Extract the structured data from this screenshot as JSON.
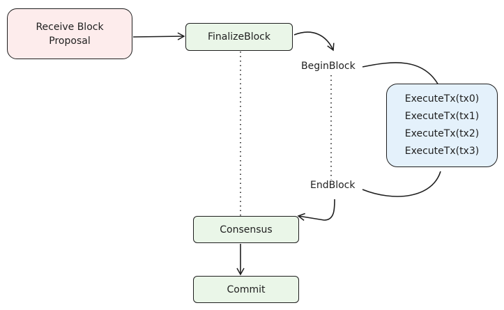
{
  "nodes": {
    "receive": {
      "line1": "Receive Block",
      "line2": "Proposal"
    },
    "finalize": "FinalizeBlock",
    "begin": "BeginBlock",
    "execute": [
      "ExecuteTx(tx0)",
      "ExecuteTx(tx1)",
      "ExecuteTx(tx2)",
      "ExecuteTx(tx3)"
    ],
    "end": "EndBlock",
    "consensus": "Consensus",
    "commit": "Commit"
  },
  "colors": {
    "stroke": "#1e1e1e",
    "pink_fill": "#fdecec",
    "green_fill": "#eaf6e8",
    "blue_fill": "#e4f1fb"
  }
}
